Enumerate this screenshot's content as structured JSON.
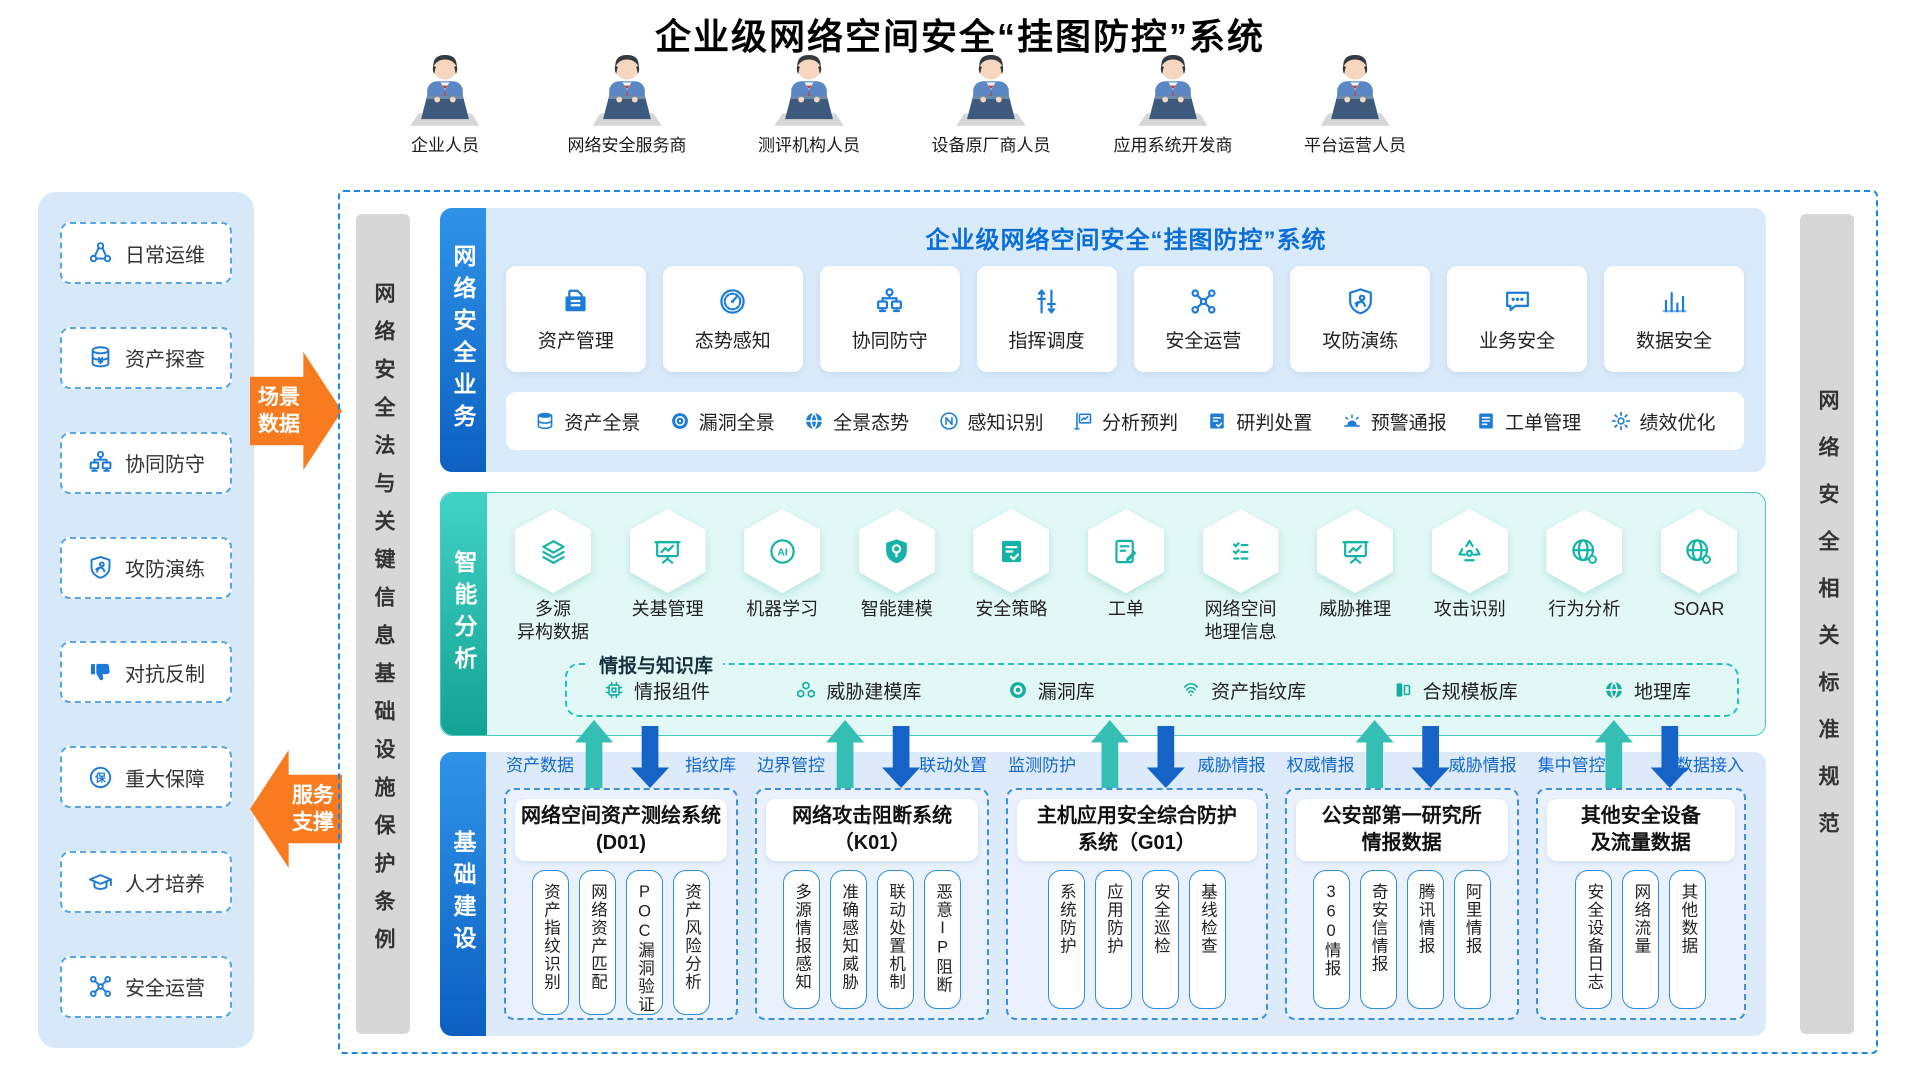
{
  "title": "企业级网络空间安全“挂图防控”系统",
  "colors": {
    "accent_blue": "#1c7cd8",
    "deep_blue": "#1563c6",
    "teal": "#15b3a7",
    "orange": "#f87c1f",
    "panel_blue": "#d9eafa",
    "panel_mint": "#e1f8f6",
    "gray_bar": "#d7d7d7",
    "dashed_border": "#1a86e8"
  },
  "actors": [
    {
      "label": "企业人员"
    },
    {
      "label": "网络安全服务商"
    },
    {
      "label": "测评机构人员"
    },
    {
      "label": "设备原厂商人员"
    },
    {
      "label": "应用系统开发商"
    },
    {
      "label": "平台运营人员"
    }
  ],
  "sidebar": {
    "items": [
      {
        "icon": "ops-network-icon",
        "label": "日常运维"
      },
      {
        "icon": "asset-database-icon",
        "label": "资产探查"
      },
      {
        "icon": "collab-monitors-icon",
        "label": "协同防守"
      },
      {
        "icon": "shield-drill-icon",
        "label": "攻防演练"
      },
      {
        "icon": "counter-thumb-icon",
        "label": "对抗反制"
      },
      {
        "icon": "bao-badge-icon",
        "label": "重大保障"
      },
      {
        "icon": "talent-cap-icon",
        "label": "人才培养"
      },
      {
        "icon": "node-cluster-icon",
        "label": "安全运营"
      }
    ]
  },
  "flows": {
    "scene_data": "场景数据",
    "service_support": "服务支撑"
  },
  "left_bar": "网络安全法与关键信息基础设施保护条例",
  "right_bar": "网络安全相关标准规范",
  "business": {
    "section_label": "网络安全业务",
    "header": "企业级网络空间安全“挂图防控”系统",
    "cards": [
      {
        "icon": "asset-doc-icon",
        "label": "资产管理"
      },
      {
        "icon": "situation-gauge-icon",
        "label": "态势感知"
      },
      {
        "icon": "collab-monitors-icon",
        "label": "协同防守"
      },
      {
        "icon": "command-route-icon",
        "label": "指挥调度"
      },
      {
        "icon": "node-cluster-icon",
        "label": "安全运营"
      },
      {
        "icon": "shield-drill-icon",
        "label": "攻防演练"
      },
      {
        "icon": "chat-bubble-icon",
        "label": "业务安全"
      },
      {
        "icon": "data-bars-icon",
        "label": "数据安全"
      }
    ],
    "functions": [
      {
        "icon": "database-icon",
        "label": "资产全景"
      },
      {
        "icon": "target-icon",
        "label": "漏洞全景"
      },
      {
        "icon": "globe-filled-icon",
        "label": "全景态势"
      },
      {
        "icon": "n-circle-icon",
        "label": "感知识别"
      },
      {
        "icon": "analysis-flag-icon",
        "label": "分析预判"
      },
      {
        "icon": "doc-check-icon",
        "label": "研判处置"
      },
      {
        "icon": "alarm-icon",
        "label": "预警通报"
      },
      {
        "icon": "doc-list-icon",
        "label": "工单管理"
      },
      {
        "icon": "gear-icon",
        "label": "绩效优化"
      }
    ]
  },
  "analysis": {
    "section_label": "智能分析",
    "hexagons": [
      {
        "icon": "layers-icon",
        "label": "多源\n异构数据"
      },
      {
        "icon": "board-chart-icon",
        "label": "关基管理"
      },
      {
        "icon": "ai-icon",
        "label": "机器学习"
      },
      {
        "icon": "shield-bulb-icon",
        "label": "智能建模"
      },
      {
        "icon": "doc-check-icon",
        "label": "安全策略"
      },
      {
        "icon": "doc-pen-icon",
        "label": "工单"
      },
      {
        "icon": "checklist-icon",
        "label": "网络空间\n地理信息"
      },
      {
        "icon": "board-chart-icon",
        "label": "威胁推理"
      },
      {
        "icon": "recycle-icon",
        "label": "攻击识别"
      },
      {
        "icon": "globe-gear-icon",
        "label": "行为分析"
      },
      {
        "icon": "globe-gear-icon",
        "label": "SOAR"
      }
    ],
    "knowledge": {
      "title": "情报与知识库",
      "items": [
        {
          "icon": "chip-icon",
          "label": "情报组件"
        },
        {
          "icon": "cubes-icon",
          "label": "威胁建模库"
        },
        {
          "icon": "ring-icon",
          "label": "漏洞库"
        },
        {
          "icon": "fingerprint-icon",
          "label": "资产指纹库"
        },
        {
          "icon": "panels-icon",
          "label": "合规模板库"
        },
        {
          "icon": "globe-filled-icon",
          "label": "地理库"
        }
      ]
    }
  },
  "foundation": {
    "section_label": "基础建设",
    "systems": [
      {
        "up_label": "资产数据",
        "down_label": "指纹库",
        "title_line1": "网络空间资产测绘系统",
        "title_line2": "(D01)",
        "items": [
          {
            "label": "资产指纹识别"
          },
          {
            "label": "网络资产匹配"
          },
          {
            "label": "POC漏洞验证"
          },
          {
            "label": "资产风险分析"
          }
        ]
      },
      {
        "up_label": "边界管控",
        "down_label": "联动处置",
        "title_line1": "网络攻击阻断系统",
        "title_line2": "（K01）",
        "items": [
          {
            "label": "多源情报感知"
          },
          {
            "label": "准确感知威胁"
          },
          {
            "label": "联动处置机制"
          },
          {
            "label": "恶意IP阻断"
          }
        ]
      },
      {
        "up_label": "监测防护",
        "down_label": "威胁情报",
        "title_line1": "主机应用安全综合防护",
        "title_line2": "系统（G01）",
        "items": [
          {
            "label": "系统防护"
          },
          {
            "label": "应用防护"
          },
          {
            "label": "安全巡检"
          },
          {
            "label": "基线检查"
          }
        ]
      },
      {
        "up_label": "权威情报",
        "down_label": "威胁情报",
        "title_line1": "公安部第一研究所",
        "title_line2": "情报数据",
        "items": [
          {
            "label": "360情报"
          },
          {
            "label": "奇安信情报"
          },
          {
            "label": "腾讯情报"
          },
          {
            "label": "阿里情报"
          }
        ]
      },
      {
        "up_label": "集中管控",
        "down_label": "数据接入",
        "title_line1": "其他安全设备",
        "title_line2": "及流量数据",
        "items": [
          {
            "label": "安全设备日志"
          },
          {
            "label": "网络流量"
          },
          {
            "label": "其他数据"
          }
        ]
      }
    ]
  }
}
